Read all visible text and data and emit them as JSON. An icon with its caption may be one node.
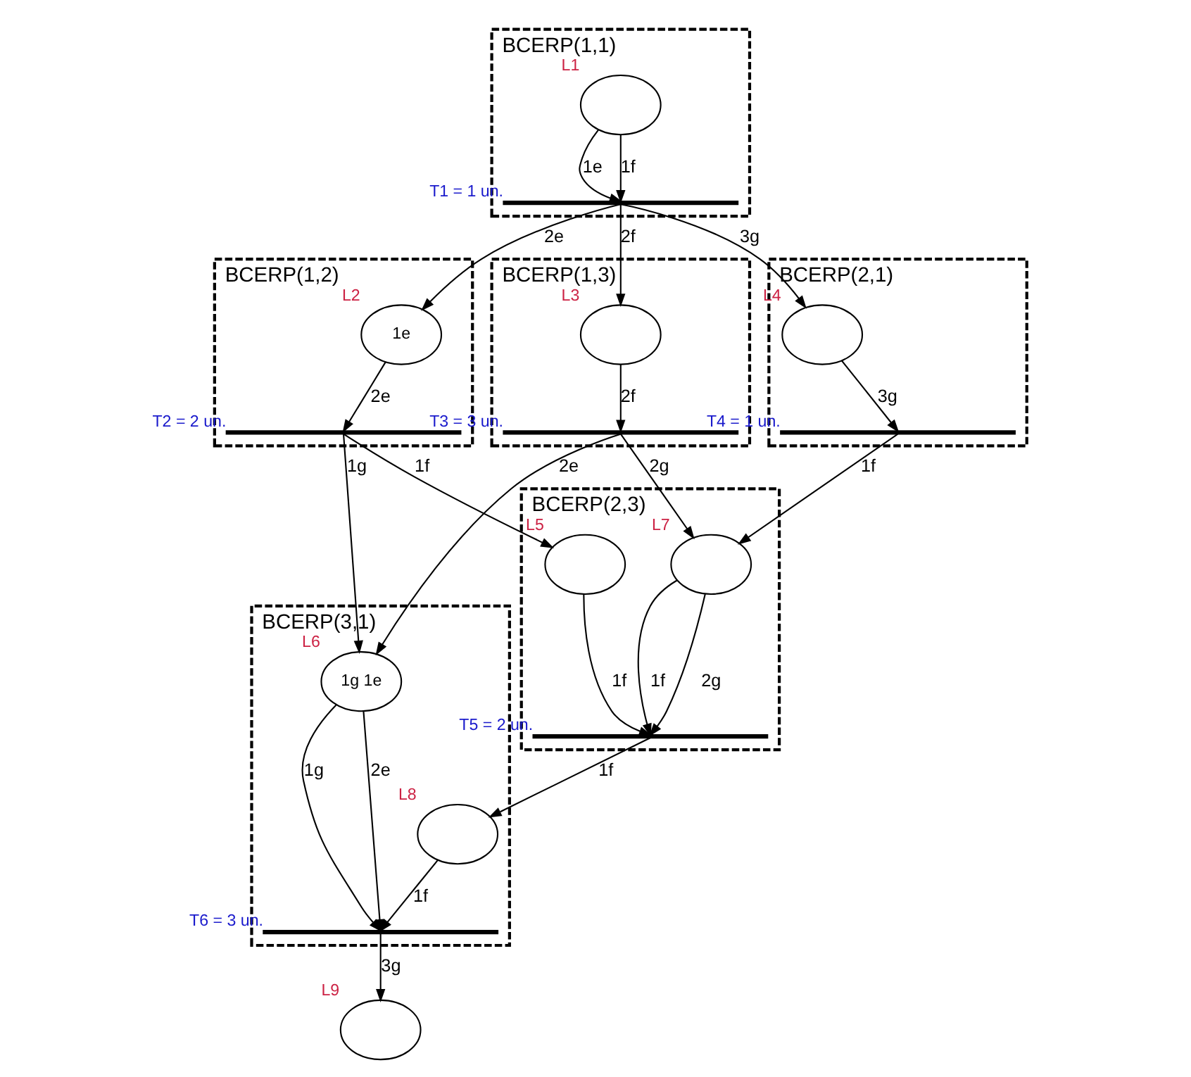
{
  "diagram": {
    "nodes": [
      {
        "text": [
          "BCERP(1,1)"
        ]
      },
      {
        "text": [],
        "shape": "circle",
        "beside": [
          "L1"
        ],
        "in": 0
      },
      {
        "text": [],
        "shape": "bar",
        "beside": [
          "T1 = 1 un."
        ],
        "in": 0
      },
      {
        "text": [
          "BCERP(1,2)"
        ]
      },
      {
        "text": [
          "1e"
        ],
        "beside": [
          "L2"
        ],
        "in": 3
      },
      {
        "text": [],
        "shape": "bar",
        "beside": [
          "T2 = 2 un."
        ],
        "in": 3
      },
      {
        "text": [
          "BCERP(1,3)"
        ]
      },
      {
        "text": [],
        "shape": "circle",
        "beside": [
          "L3"
        ],
        "in": 6
      },
      {
        "text": [],
        "shape": "bar",
        "beside": [
          "T3 = 3 un."
        ],
        "in": 6
      },
      {
        "text": [
          "BCERP(2,1)"
        ]
      },
      {
        "text": [],
        "shape": "circle",
        "beside": [
          "L4"
        ],
        "in": 9
      },
      {
        "text": [],
        "shape": "bar",
        "beside": [
          "T4 = 1 un."
        ],
        "in": 9
      },
      {
        "text": [
          "BCERP(2,3)"
        ]
      },
      {
        "text": [],
        "shape": "circle",
        "beside": [
          "L5"
        ],
        "in": 12
      },
      {
        "text": [],
        "shape": "circle",
        "beside": [
          "L7"
        ],
        "in": 12
      },
      {
        "text": [],
        "shape": "bar",
        "beside": [
          "T5 = 2 un."
        ],
        "in": 12
      },
      {
        "text": [
          "BCERP(3,1)"
        ]
      },
      {
        "text": [
          "1g 1e"
        ],
        "beside": [
          "L6"
        ],
        "in": 16
      },
      {
        "text": [],
        "shape": "circle",
        "beside": [
          "L8"
        ],
        "in": 16
      },
      {
        "text": [],
        "shape": "bar",
        "beside": [
          "T6 = 3 un."
        ],
        "in": 16
      },
      {
        "text": [],
        "shape": "circle",
        "beside": [
          "L9"
        ]
      }
    ],
    "edges": [
      {
        "from": 1,
        "to": 2,
        "arrow": "to",
        "label": "1e"
      },
      {
        "from": 1,
        "to": 2,
        "arrow": "to",
        "label": "1f"
      },
      {
        "from": 2,
        "to": 4,
        "arrow": "to",
        "label": "2e"
      },
      {
        "from": 2,
        "to": 7,
        "arrow": "to",
        "label": "2f"
      },
      {
        "from": 2,
        "to": 10,
        "arrow": "to",
        "label": "3g"
      },
      {
        "from": 4,
        "to": 5,
        "arrow": "to",
        "label": "2e"
      },
      {
        "from": 5,
        "to": 13,
        "arrow": "to",
        "label": "1f"
      },
      {
        "from": 5,
        "to": 17,
        "arrow": "to",
        "label": "1g"
      },
      {
        "from": 7,
        "to": 8,
        "arrow": "to",
        "label": "2f"
      },
      {
        "from": 8,
        "to": 14,
        "arrow": "to",
        "label": "2g"
      },
      {
        "from": 8,
        "to": 17,
        "arrow": "to",
        "label": "2e"
      },
      {
        "from": 10,
        "to": 11,
        "arrow": "to",
        "label": "3g"
      },
      {
        "from": 11,
        "to": 14,
        "arrow": "to",
        "label": "1f"
      },
      {
        "from": 13,
        "to": 15,
        "arrow": "to",
        "label": "1f"
      },
      {
        "from": 14,
        "to": 15,
        "arrow": "to",
        "label": "2g"
      },
      {
        "from": 14,
        "to": 15,
        "arrow": "to",
        "label": "1f"
      },
      {
        "from": 15,
        "to": 18,
        "arrow": "to",
        "label": "1f"
      },
      {
        "from": 17,
        "to": 19,
        "arrow": "to",
        "label": "1g"
      },
      {
        "from": 17,
        "to": 19,
        "arrow": "to",
        "label": "2e"
      },
      {
        "from": 18,
        "to": 19,
        "arrow": "to",
        "label": "1f"
      },
      {
        "from": 19,
        "to": 20,
        "arrow": "to",
        "label": "3g"
      }
    ]
  }
}
